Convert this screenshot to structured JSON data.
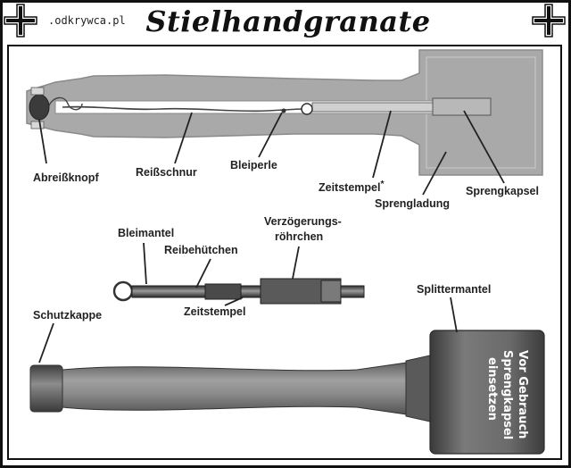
{
  "header": {
    "title": "Stielhandgranate 24",
    "watermark": ".odkrywca.pl"
  },
  "labels": {
    "abreissknopf": "Abreißknopf",
    "reissschnur": "Reißschnur",
    "bleiperle": "Bleiperle",
    "zeitstempel_top": "Zeitstempel",
    "asterisk": "*",
    "sprengladung": "Sprengladung",
    "sprengkapsel": "Sprengkapsel",
    "bleimantel": "Bleimantel",
    "reibehuetchen": "Reibehütchen",
    "verzoegerung_line1": "Verzögerungs-",
    "verzoegerung_line2": "röhrchen",
    "zeitstempel_mid": "Zeitstempel",
    "schutzkappe": "Schutzkappe",
    "splittermantel": "Splittermantel"
  },
  "head_marking": [
    "Vor Gebrauch",
    "Sprengkapsel",
    "einsetzen"
  ],
  "colors": {
    "cutaway_fill": "#a8a8a8",
    "cutaway_stroke": "#8a8a8a",
    "metal_dark": "#4a4a4a",
    "handle_wood": "#7e7e7e",
    "head_body": "#6a6a6a"
  }
}
